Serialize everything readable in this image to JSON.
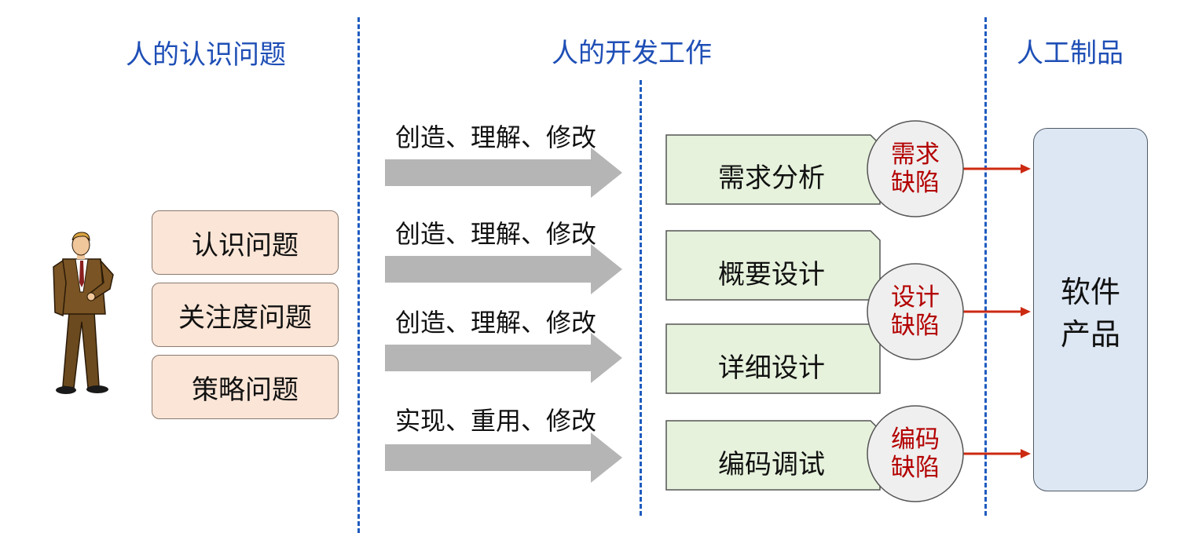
{
  "headers": {
    "cognition": "人的认识问题",
    "development": "人的开发工作",
    "artifact": "人工制品"
  },
  "issues": [
    "认识问题",
    "关注度问题",
    "策略问题"
  ],
  "arrow_labels": [
    "创造、理解、修改",
    "创造、理解、修改",
    "创造、理解、修改",
    "实现、重用、修改"
  ],
  "stages": [
    "需求分析",
    "概要设计",
    "详细设计",
    "编码调试"
  ],
  "defects": {
    "requirements": {
      "line1": "需求",
      "line2": "缺陷"
    },
    "design": {
      "line1": "设计",
      "line2": "缺陷"
    },
    "coding": {
      "line1": "编码",
      "line2": "缺陷"
    }
  },
  "product": {
    "line1": "软件",
    "line2": "产品"
  },
  "colors": {
    "header_blue": "#1f4fb6",
    "divider_blue": "#1f5bbf",
    "issue_fill": "#fbe5d6",
    "stage_fill": "#e6f2dc",
    "defect_red": "#b30000",
    "product_fill": "#dde7f3",
    "arrow_gray": "#b5b5b5",
    "connector_red": "#cc2a12"
  },
  "icons": {
    "person": "businessman-figure-icon"
  }
}
